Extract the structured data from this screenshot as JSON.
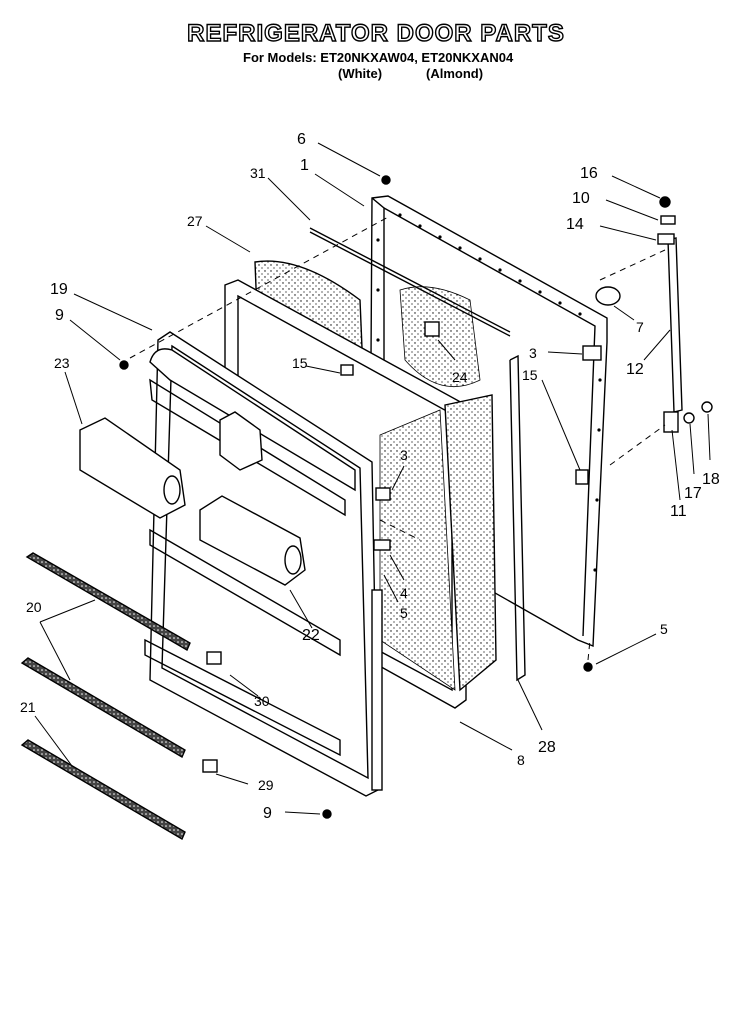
{
  "header": {
    "title": "REFRIGERATOR DOOR PARTS",
    "models_line": "For Models: ET20NKXAW04, ET20NKXAN04",
    "color_white": "(White)",
    "color_almond": "(Almond)"
  },
  "callouts": [
    "6",
    "1",
    "31",
    "27",
    "19",
    "9",
    "23",
    "15",
    "24",
    "3",
    "4",
    "5",
    "22",
    "20",
    "30",
    "21",
    "29",
    "9",
    "8",
    "28",
    "5",
    "16",
    "10",
    "14",
    "7",
    "3",
    "12",
    "15",
    "11",
    "17",
    "18"
  ]
}
